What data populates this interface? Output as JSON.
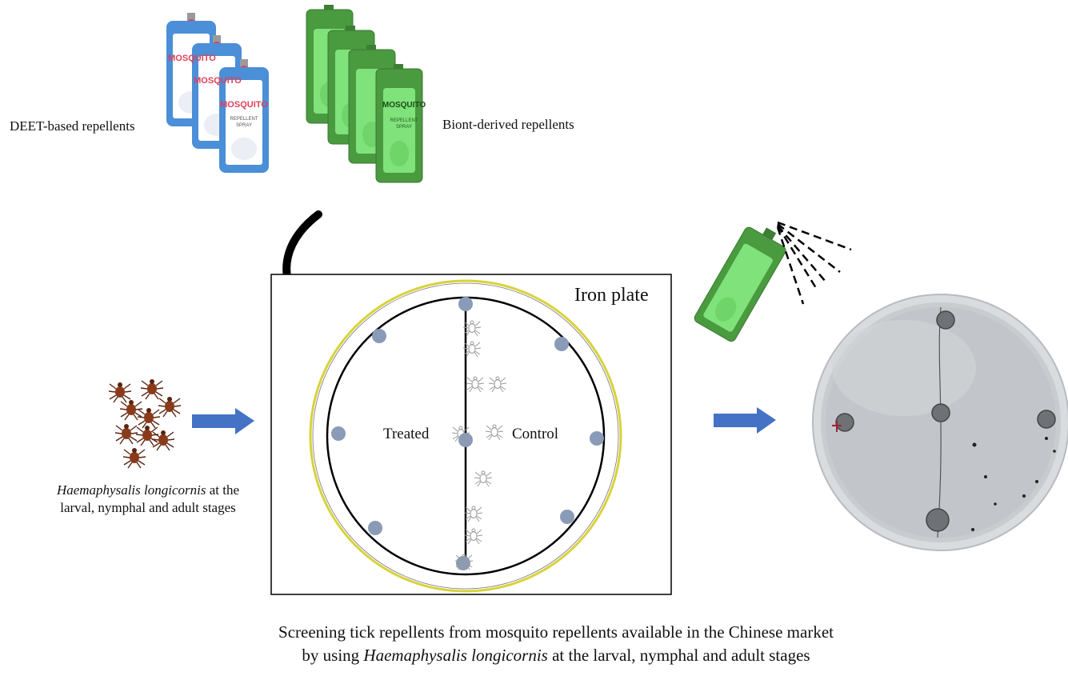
{
  "labels": {
    "deet": "DEET-based repellents",
    "biont": "Biont-derived repellents",
    "tick_species": "Haemaphysalis longicornis",
    "tick_stages": " at the",
    "tick_line2": "larval, nymphal and adult stages",
    "iron_plate": "Iron plate",
    "treated": "Treated",
    "control": "Control"
  },
  "bottle": {
    "brand": "MOSQUITO",
    "line1": "REPELLENT",
    "line2": "SPRAY"
  },
  "caption": {
    "line1": "Screening tick repellents from mosquito repellents available in the Chinese market",
    "line2_pre": "by using ",
    "line2_species": "Haemaphysalis longicornis",
    "line2_post": " at the larval, nymphal and adult stages"
  },
  "colors": {
    "blue_bottle": "#4a8fd8",
    "green_bottle": "#4a9a3f",
    "green_label": "#7fe27a",
    "arrow_blue": "#4472c4",
    "dot": "#8a9bb8",
    "yellow_ring": "#d8d23a",
    "tick_brown": "#8a3a1a"
  }
}
